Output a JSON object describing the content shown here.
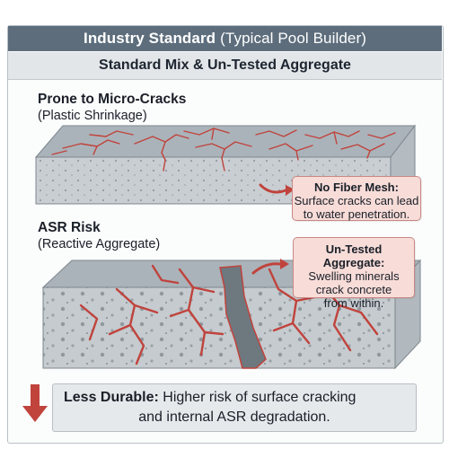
{
  "header": {
    "title_bold": "Industry Standard",
    "title_light": "(Typical Pool Builder)",
    "subtitle": "Standard Mix & Un-Tested Aggregate"
  },
  "section1": {
    "title": "Prone to Micro-Cracks",
    "subtitle": "(Plastic Shrinkage)",
    "callout": {
      "title": "No Fiber Mesh:",
      "line1": "Surface cracks can lead",
      "line2": "to water penetration."
    }
  },
  "section2": {
    "title": "ASR Risk",
    "subtitle": "(Reactive Aggregate)",
    "callout": {
      "title": "Un-Tested Aggregate:",
      "line1": "Swelling minerals",
      "line2": "crack concrete",
      "line3": "from within."
    }
  },
  "footer": {
    "label": "Less Durable:",
    "line1": "Higher risk of surface cracking",
    "line2": "and internal ASR degradation."
  },
  "colors": {
    "header_bg": "#5d6d7c",
    "concrete_top": "#a9b2b9",
    "concrete_front": "#c9ced2",
    "crack": "#c0433c",
    "callout_bg": "#f7dcd8",
    "arrow": "#c0433c"
  },
  "icons": [
    "down-arrow-icon",
    "callout-arrow-icon"
  ]
}
